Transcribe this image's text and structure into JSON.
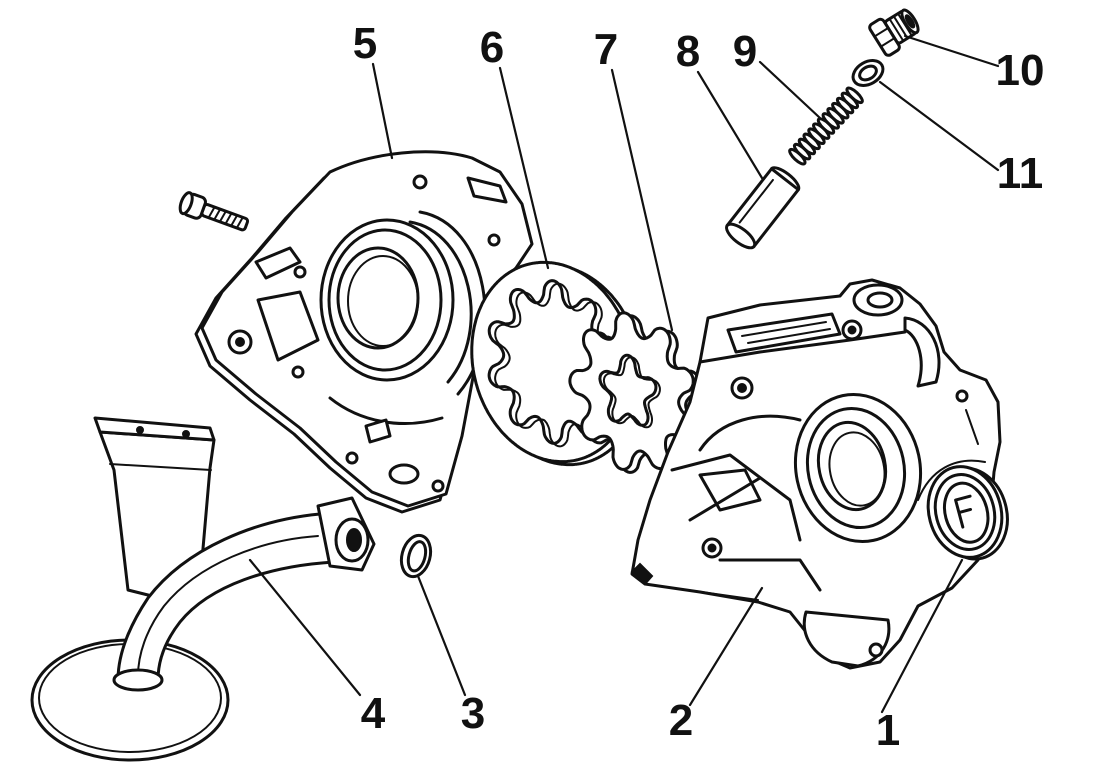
{
  "colors": {
    "background": "#ffffff",
    "ink": "#111111"
  },
  "callouts": [
    "1",
    "2",
    "3",
    "4",
    "5",
    "6",
    "7",
    "8",
    "9",
    "10",
    "11"
  ]
}
